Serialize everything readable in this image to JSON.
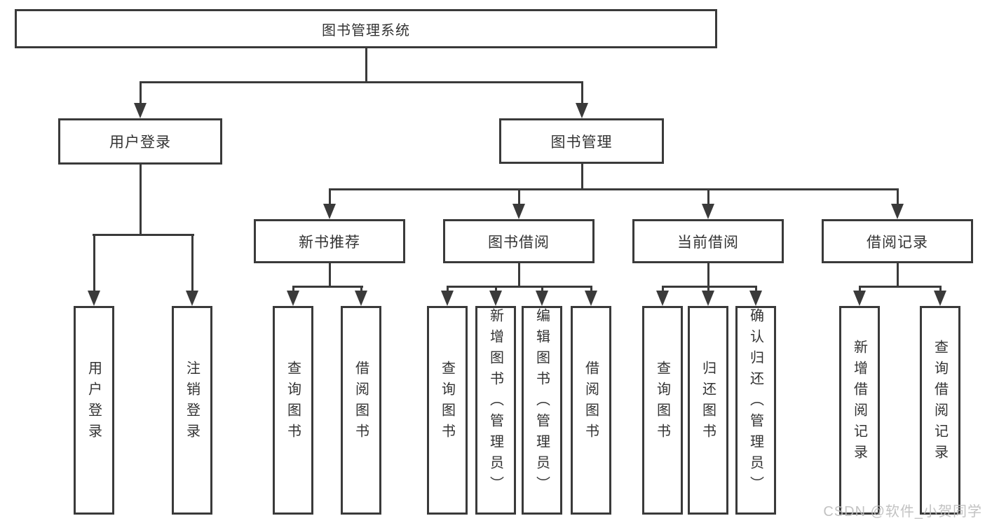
{
  "diagram": {
    "root": {
      "label": "图书管理系统"
    },
    "branches": [
      {
        "label": "用户登录",
        "children": [
          {
            "label": "用户登录"
          },
          {
            "label": "注销登录"
          }
        ]
      },
      {
        "label": "图书管理",
        "children": [
          {
            "label": "新书推荐",
            "children": [
              {
                "label": "查询图书"
              },
              {
                "label": "借阅图书"
              }
            ]
          },
          {
            "label": "图书借阅",
            "children": [
              {
                "label": "查询图书"
              },
              {
                "label": "新增图书（管理员）"
              },
              {
                "label": "编辑图书（管理员）"
              },
              {
                "label": "借阅图书"
              }
            ]
          },
          {
            "label": "当前借阅",
            "children": [
              {
                "label": "查询图书"
              },
              {
                "label": "归还图书"
              },
              {
                "label": "确认归还（管理员）"
              }
            ]
          },
          {
            "label": "借阅记录",
            "children": [
              {
                "label": "新增借阅记录"
              },
              {
                "label": "查询借阅记录"
              }
            ]
          }
        ]
      }
    ]
  },
  "watermark": {
    "text": "CSDN @软件_小贺同学"
  },
  "colors": {
    "line": "#3a3a3a",
    "text": "#333333",
    "watermark": "#bbbbbb",
    "background": "#ffffff"
  }
}
